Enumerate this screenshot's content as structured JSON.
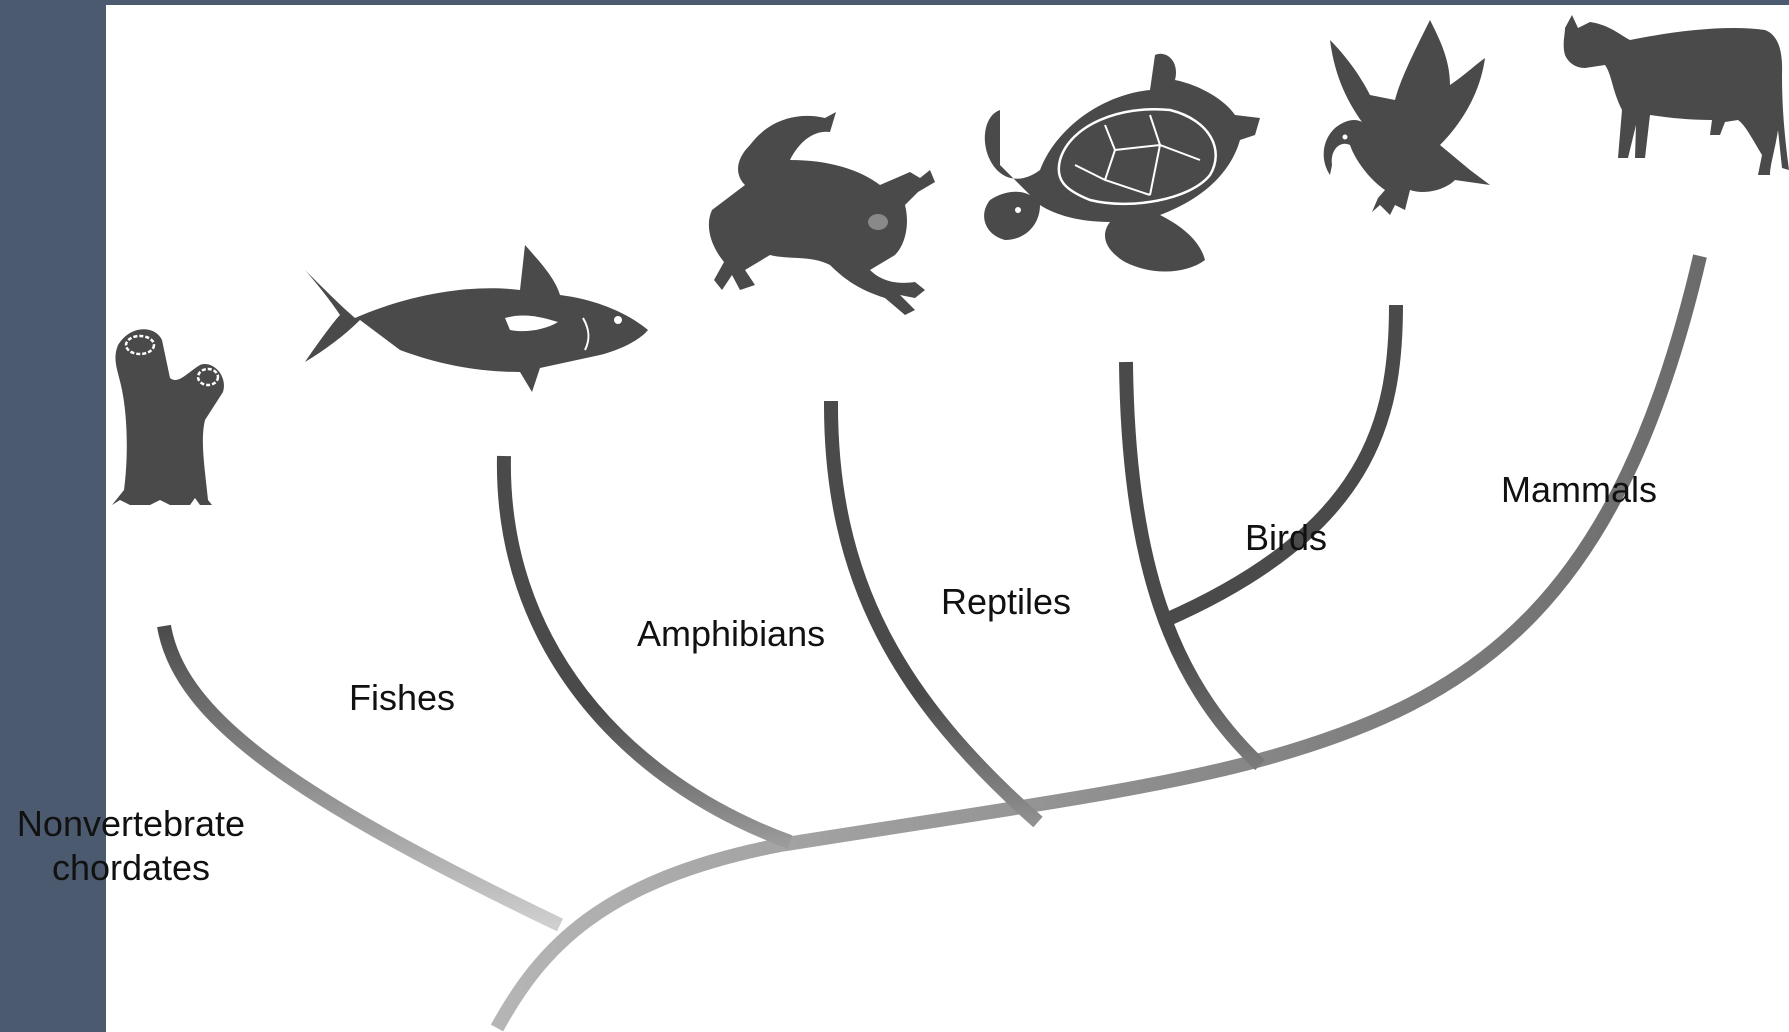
{
  "diagram": {
    "colors": {
      "sidebar": "#4b5a6e",
      "branch_dark": "#4a4a4a",
      "branch_light": "#cfcfcf",
      "silhouette": "#4a4a4a"
    },
    "groups": [
      {
        "label": "Nonvertebrate\nchordates",
        "icon": "tunicate-icon"
      },
      {
        "label": "Fishes",
        "icon": "tuna-fish-icon"
      },
      {
        "label": "Amphibians",
        "icon": "frog-icon"
      },
      {
        "label": "Reptiles",
        "icon": "sea-turtle-icon"
      },
      {
        "label": "Birds",
        "icon": "bird-icon"
      },
      {
        "label": "Mammals",
        "icon": "cow-icon"
      }
    ]
  }
}
